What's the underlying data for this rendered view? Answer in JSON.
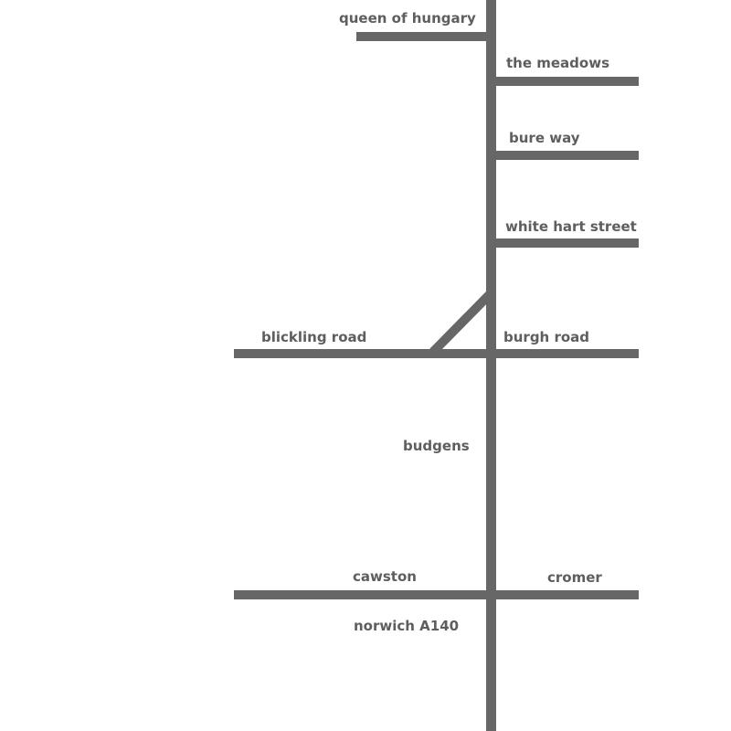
{
  "colors": {
    "road": "#676767",
    "label": "#5e5e5e",
    "background": "#ffffff"
  },
  "labels": {
    "queen_of_hungary": "queen of hungary",
    "the_meadows": "the meadows",
    "bure_way": "bure way",
    "white_hart_street": "white hart street",
    "blickling_road": "blickling road",
    "burgh_road": "burgh road",
    "budgens": "budgens",
    "cawston": "cawston",
    "cromer": "cromer",
    "norwich": "norwich A140"
  }
}
